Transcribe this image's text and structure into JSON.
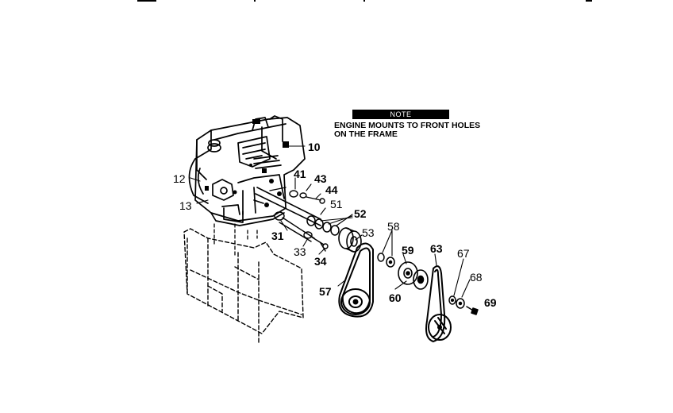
{
  "note": {
    "header": "NOTE",
    "line1": "ENGINE MOUNTS TO FRONT HOLES",
    "line2": "ON THE FRAME"
  },
  "callouts": {
    "c10": "10",
    "c12": "12",
    "c13": "13",
    "c41": "41",
    "c43": "43",
    "c44": "44",
    "c51": "51",
    "c52": "52",
    "c31": "31",
    "c53": "53",
    "c58": "58",
    "c33": "33",
    "c34": "34",
    "c59": "59",
    "c63": "63",
    "c67": "67",
    "c57": "57",
    "c60": "60",
    "c68": "68",
    "c69": "69"
  }
}
